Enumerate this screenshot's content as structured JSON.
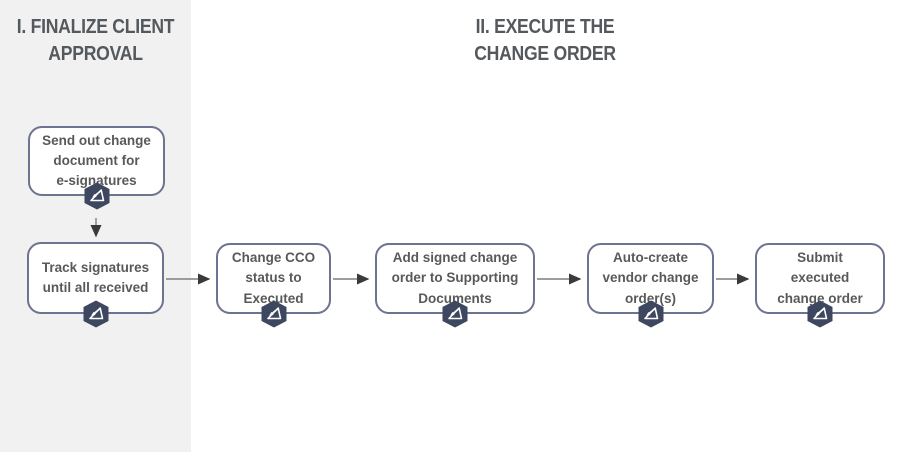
{
  "diagram_title": "Change order execution flowchart",
  "phases": [
    {
      "title": "I. FINALIZE CLIENT\nAPPROVAL"
    },
    {
      "title": "II. EXECUTE THE\nCHANGE ORDER"
    }
  ],
  "nodes": [
    {
      "id": "send-out-change-document",
      "phase": 1,
      "label": "Send out change\ndocument for\ne-signatures",
      "badge_icon": "hexagon-triangle-arrow-logo"
    },
    {
      "id": "track-signatures",
      "phase": 1,
      "label": "Track signatures\nuntil all received",
      "badge_icon": "hexagon-triangle-arrow-logo"
    },
    {
      "id": "change-cco-status",
      "phase": 2,
      "label": "Change CCO\nstatus to\nExecuted",
      "badge_icon": "hexagon-triangle-arrow-logo"
    },
    {
      "id": "add-signed-change-order",
      "phase": 2,
      "label": "Add signed change\norder to Supporting\nDocuments",
      "badge_icon": "hexagon-triangle-arrow-logo"
    },
    {
      "id": "auto-create-vendor-co",
      "phase": 2,
      "label": "Auto-create\nvendor change\norder(s)",
      "badge_icon": "hexagon-triangle-arrow-logo"
    },
    {
      "id": "submit-executed-co",
      "phase": 2,
      "label": "Submit\nexecuted\nchange order",
      "badge_icon": "hexagon-triangle-arrow-logo"
    }
  ],
  "connections": [
    {
      "from": "send-out-change-document",
      "to": "track-signatures"
    },
    {
      "from": "track-signatures",
      "to": "change-cco-status"
    },
    {
      "from": "change-cco-status",
      "to": "add-signed-change-order"
    },
    {
      "from": "add-signed-change-order",
      "to": "auto-create-vendor-co"
    },
    {
      "from": "auto-create-vendor-co",
      "to": "submit-executed-co"
    }
  ],
  "colors": {
    "lane_background": "#f1f1f2",
    "canvas_background": "#ffffff",
    "node_border": "#6d7390",
    "node_fill": "#ffffff",
    "node_text": "#595959",
    "phase_title_text": "#54595d",
    "badge_fill": "#3e4760",
    "badge_glyph": "#ffffff",
    "connector_line": "#7f7f7f",
    "connector_arrowhead": "#3a3a3a"
  }
}
